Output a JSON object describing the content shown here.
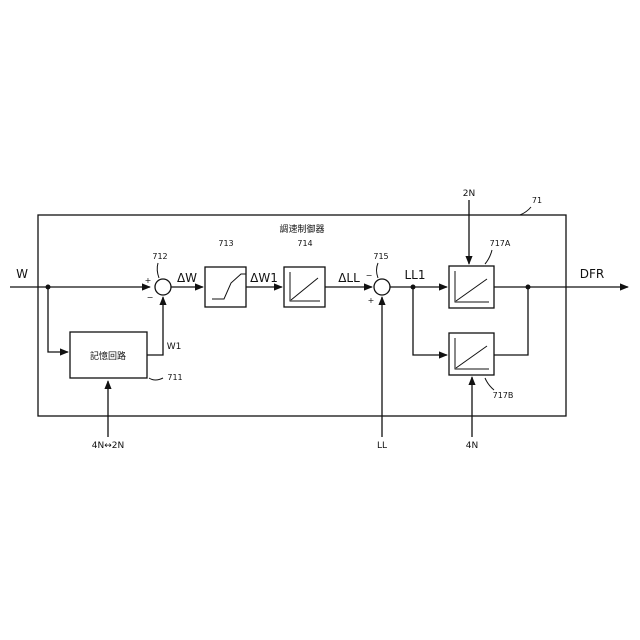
{
  "controller": {
    "title": "調速制御器",
    "ref": "71"
  },
  "memory": {
    "label": "記憶回路",
    "ref": "711",
    "out": "W1",
    "input": "4N↔2N"
  },
  "sum1": {
    "ref": "712",
    "plus": "+",
    "minus": "−"
  },
  "block713": {
    "ref": "713"
  },
  "block714": {
    "ref": "714"
  },
  "sum2": {
    "ref": "715",
    "plus": "+",
    "minus": "−"
  },
  "block717a": {
    "ref": "717A",
    "input": "2N"
  },
  "block717b": {
    "ref": "717B",
    "input": "4N"
  },
  "signals": {
    "w": "W",
    "dw": "ΔW",
    "dw1": "ΔW1",
    "dll": "ΔLL",
    "ll": "LL",
    "ll1": "LL1",
    "dfr": "DFR"
  }
}
